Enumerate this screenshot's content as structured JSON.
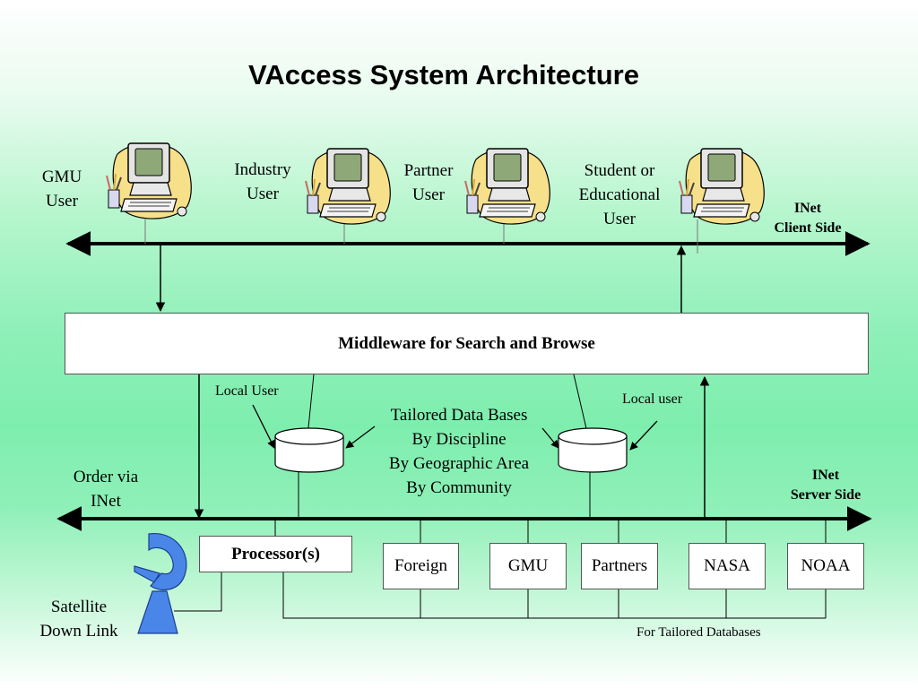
{
  "title": "VAccess System Architecture",
  "users": [
    {
      "label_line1": "GMU",
      "label_line2": "User"
    },
    {
      "label_line1": "Industry",
      "label_line2": "User"
    },
    {
      "label_line1": "Partner",
      "label_line2": "User"
    },
    {
      "label_line1": "Student or",
      "label_line2": "Educational",
      "label_line3": "User"
    }
  ],
  "client_side": {
    "line1": "INet",
    "line2": "Client Side"
  },
  "middleware": "Middleware for Search and Browse",
  "local_user_left": "Local User",
  "local_user_right": "Local user",
  "tailored": {
    "line1": "Tailored Data Bases",
    "line2": "By Discipline",
    "line3": "By Geographic Area",
    "line4": "By Community"
  },
  "order": {
    "line1": "Order via",
    "line2": "INet"
  },
  "server_side": {
    "line1": "INet",
    "line2": "Server Side"
  },
  "processor": "Processor(s)",
  "sources": [
    "Foreign",
    "GMU",
    "Partners",
    "NASA",
    "NOAA"
  ],
  "satellite": {
    "line1": "Satellite",
    "line2": "Down Link"
  },
  "tailored_footer": "For Tailored Databases",
  "colors": {
    "dish": "#4a86e8",
    "monitor_blob": "#f7e08a",
    "screen": "#8fa877"
  }
}
